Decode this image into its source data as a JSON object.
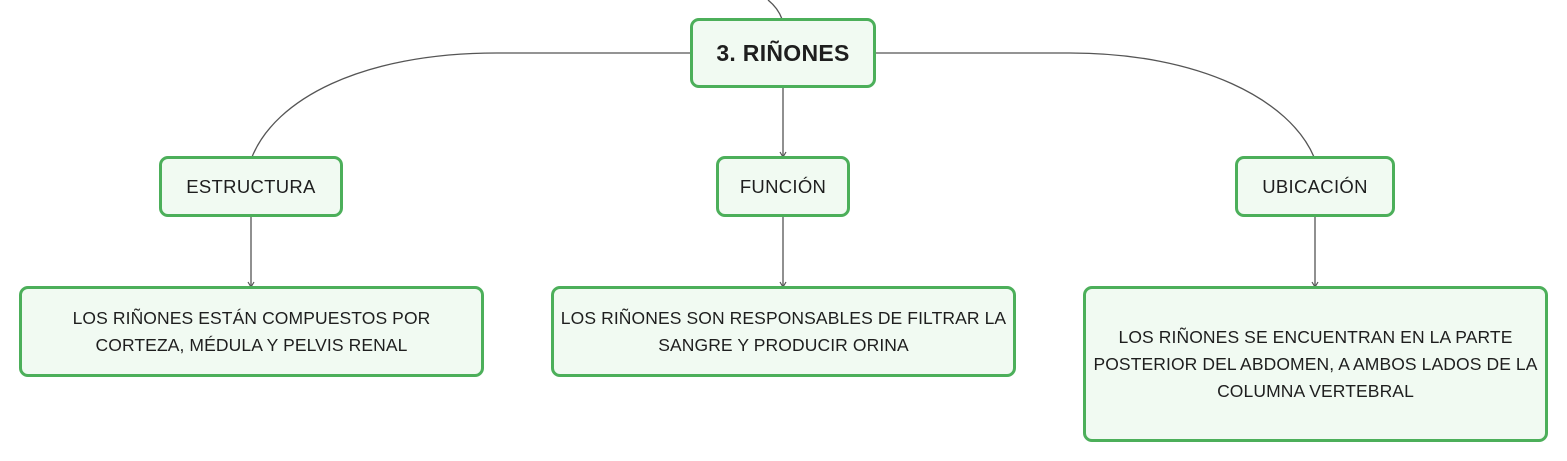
{
  "diagram": {
    "root": {
      "label": "3. RIÑONES"
    },
    "branches": [
      {
        "id": "estructura",
        "label": "ESTRUCTURA",
        "detail": "LOS RIÑONES ESTÁN COMPUESTOS POR CORTEZA, MÉDULA Y PELVIS RENAL"
      },
      {
        "id": "funcion",
        "label": "FUNCIÓN",
        "detail": "LOS RIÑONES SON RESPONSABLES DE FILTRAR LA SANGRE Y PRODUCIR ORINA"
      },
      {
        "id": "ubicacion",
        "label": "UBICACIÓN",
        "detail": "LOS RIÑONES SE ENCUENTRAN EN LA PARTE POSTERIOR DEL ABDOMEN, A AMBOS LADOS DE LA COLUMNA VERTEBRAL"
      }
    ],
    "colors": {
      "node_border": "#4caf5a",
      "node_fill": "#f1faf2",
      "connector": "#555555",
      "text": "#1e1e1e"
    }
  }
}
